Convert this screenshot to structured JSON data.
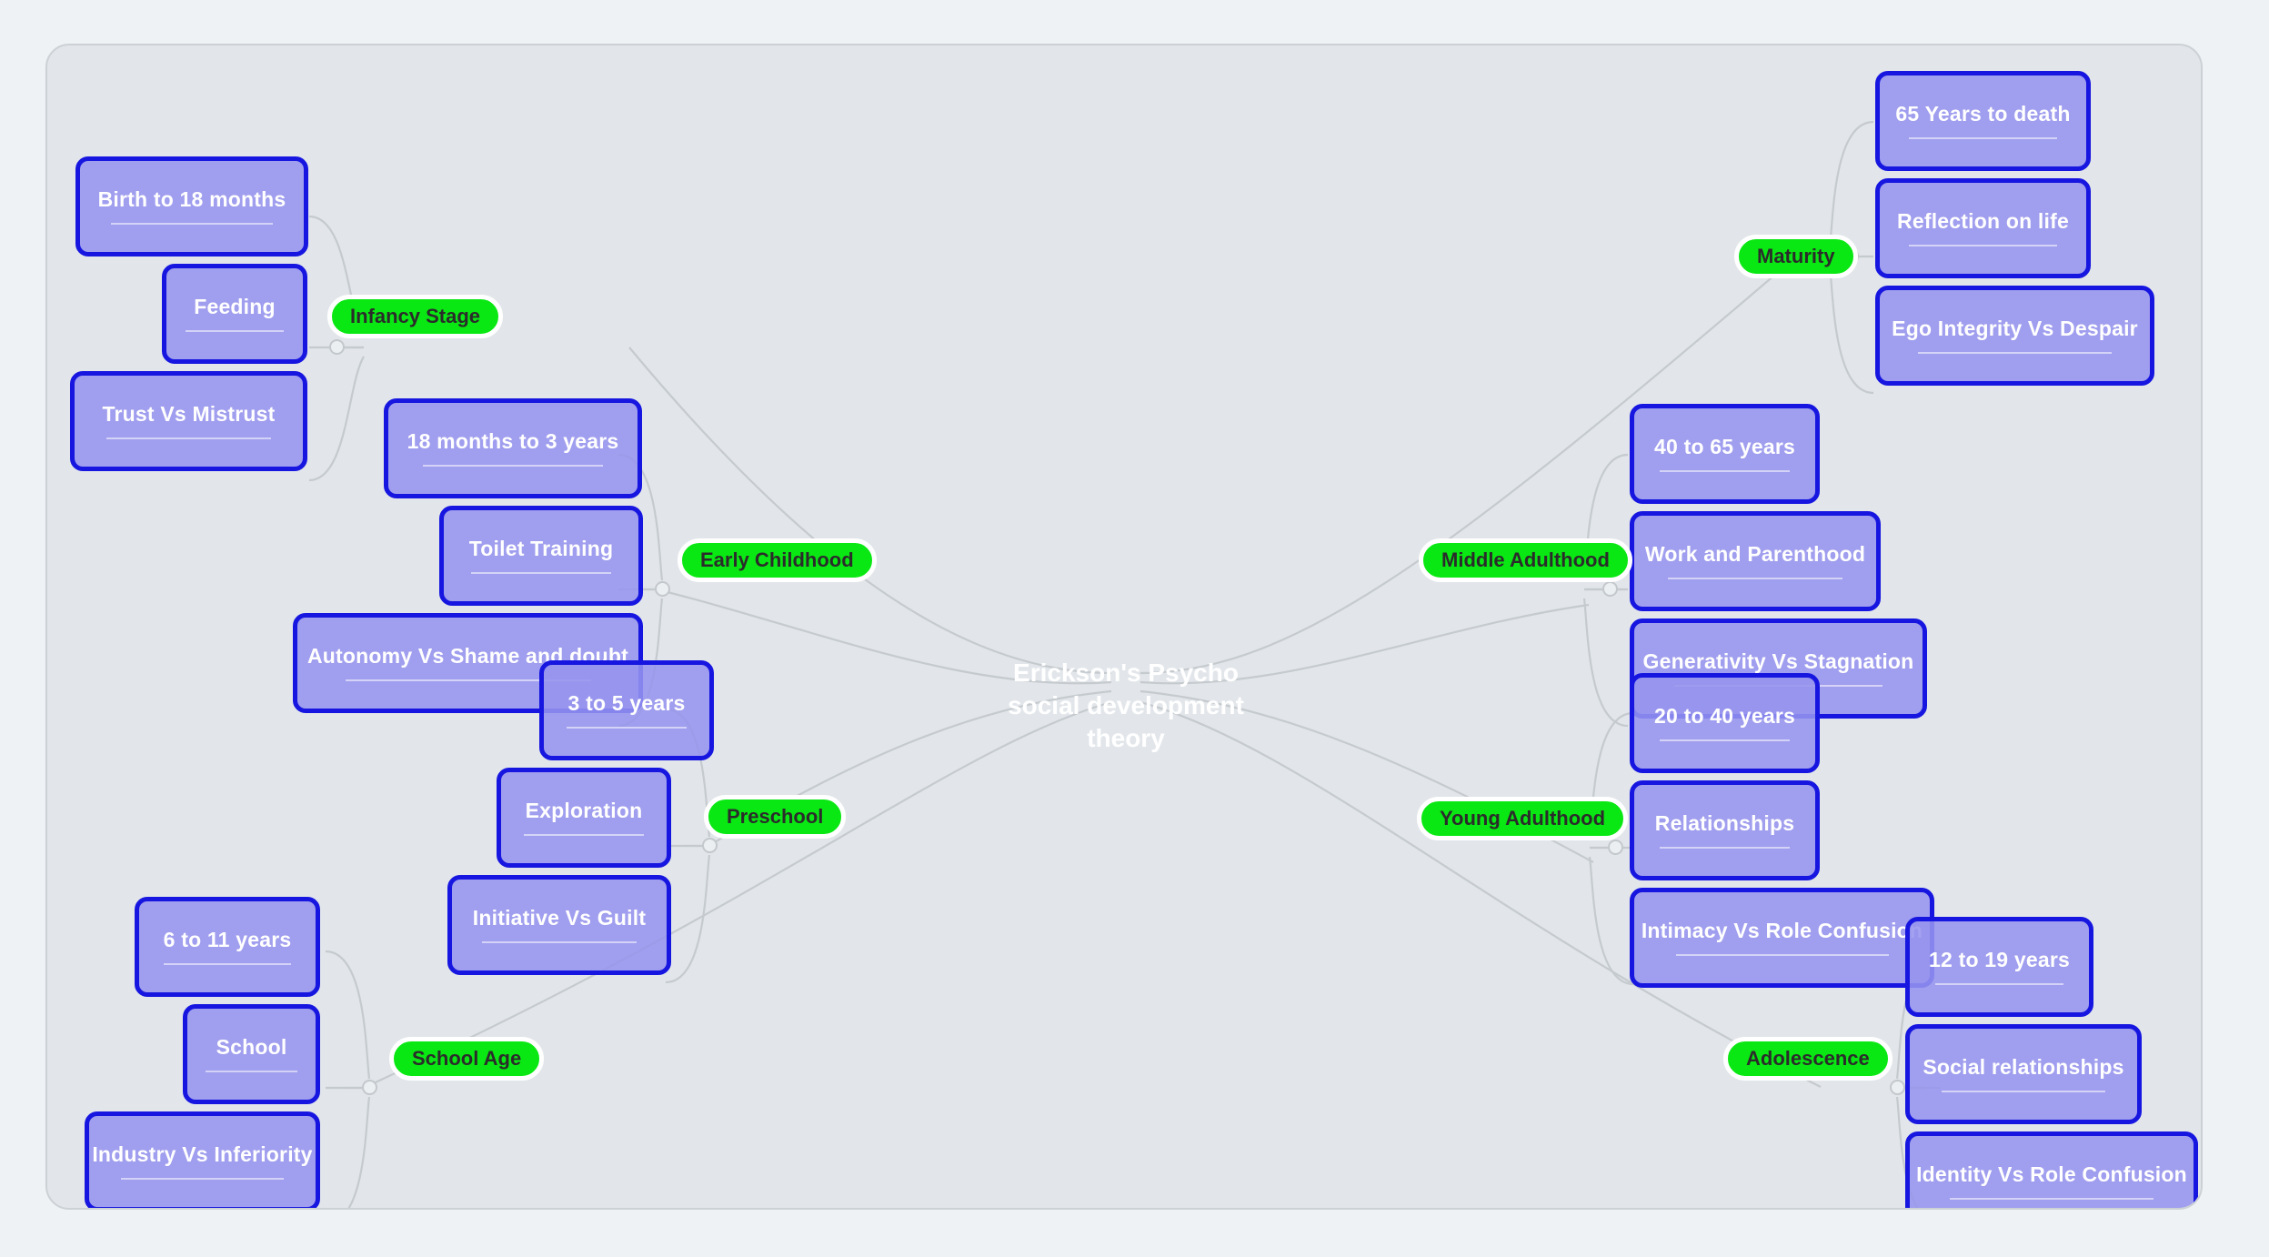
{
  "root": {
    "title": "Erickson's Psycho social development theory"
  },
  "branches": [
    {
      "id": "infancy",
      "stage": "Infancy Stage",
      "side": "left",
      "nodes": [
        "Birth to 18 months",
        "Feeding",
        "Trust Vs Mistrust"
      ]
    },
    {
      "id": "early-childhood",
      "stage": "Early Childhood",
      "side": "left",
      "nodes": [
        "18 months to 3 years",
        "Toilet Training",
        "Autonomy Vs Shame and doubt"
      ]
    },
    {
      "id": "preschool",
      "stage": "Preschool",
      "side": "left",
      "nodes": [
        "3 to 5 years",
        "Exploration",
        "Initiative Vs Guilt"
      ]
    },
    {
      "id": "school-age",
      "stage": "School Age",
      "side": "left",
      "nodes": [
        "6 to 11 years",
        "School",
        "Industry Vs Inferiority"
      ]
    },
    {
      "id": "adolescence",
      "stage": "Adolescence",
      "side": "right",
      "nodes": [
        "12 to 19 years",
        "Social relationships",
        "Identity Vs Role Confusion"
      ]
    },
    {
      "id": "young-adulthood",
      "stage": "Young Adulthood",
      "side": "right",
      "nodes": [
        "20 to 40 years",
        "Relationships",
        "Intimacy Vs Role Confusion"
      ]
    },
    {
      "id": "middle-adulthood",
      "stage": "Middle Adulthood",
      "side": "right",
      "nodes": [
        "40 to 65 years",
        "Work and Parenthood",
        "Generativity Vs Stagnation"
      ]
    },
    {
      "id": "maturity",
      "stage": "Maturity",
      "side": "right",
      "nodes": [
        "65 Years to death",
        "Reflection on life",
        "Ego Integrity Vs Despair"
      ]
    }
  ],
  "colors": {
    "page_background": "#eef2f5",
    "canvas_background": "#e2e6ea",
    "node_fill": "#9694ee",
    "node_border": "#1616e0",
    "stage_fill": "#0ae813",
    "stage_text": "#2b2b2b",
    "node_text": "#ffffff",
    "edge": "#c5cace"
  }
}
